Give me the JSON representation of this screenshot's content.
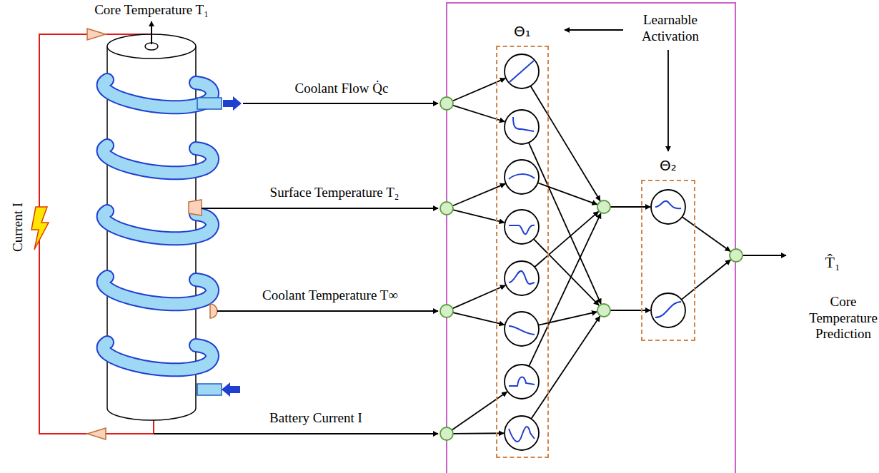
{
  "diagram": {
    "nodes": [
      {
        "text": [
          "Θ₁"
        ]
      },
      {
        "text": [
          "Θ₂"
        ]
      }
    ],
    "edges": [],
    "labels": [
      "Core Temperature T₁",
      "Coolant Flow Q̇c",
      "Surface Temperature T₂",
      "Coolant Temperature T∞",
      "Battery Current I",
      "Current I",
      "Learnable Activation",
      "T̂₁",
      "Core Temperature Prediction"
    ]
  }
}
